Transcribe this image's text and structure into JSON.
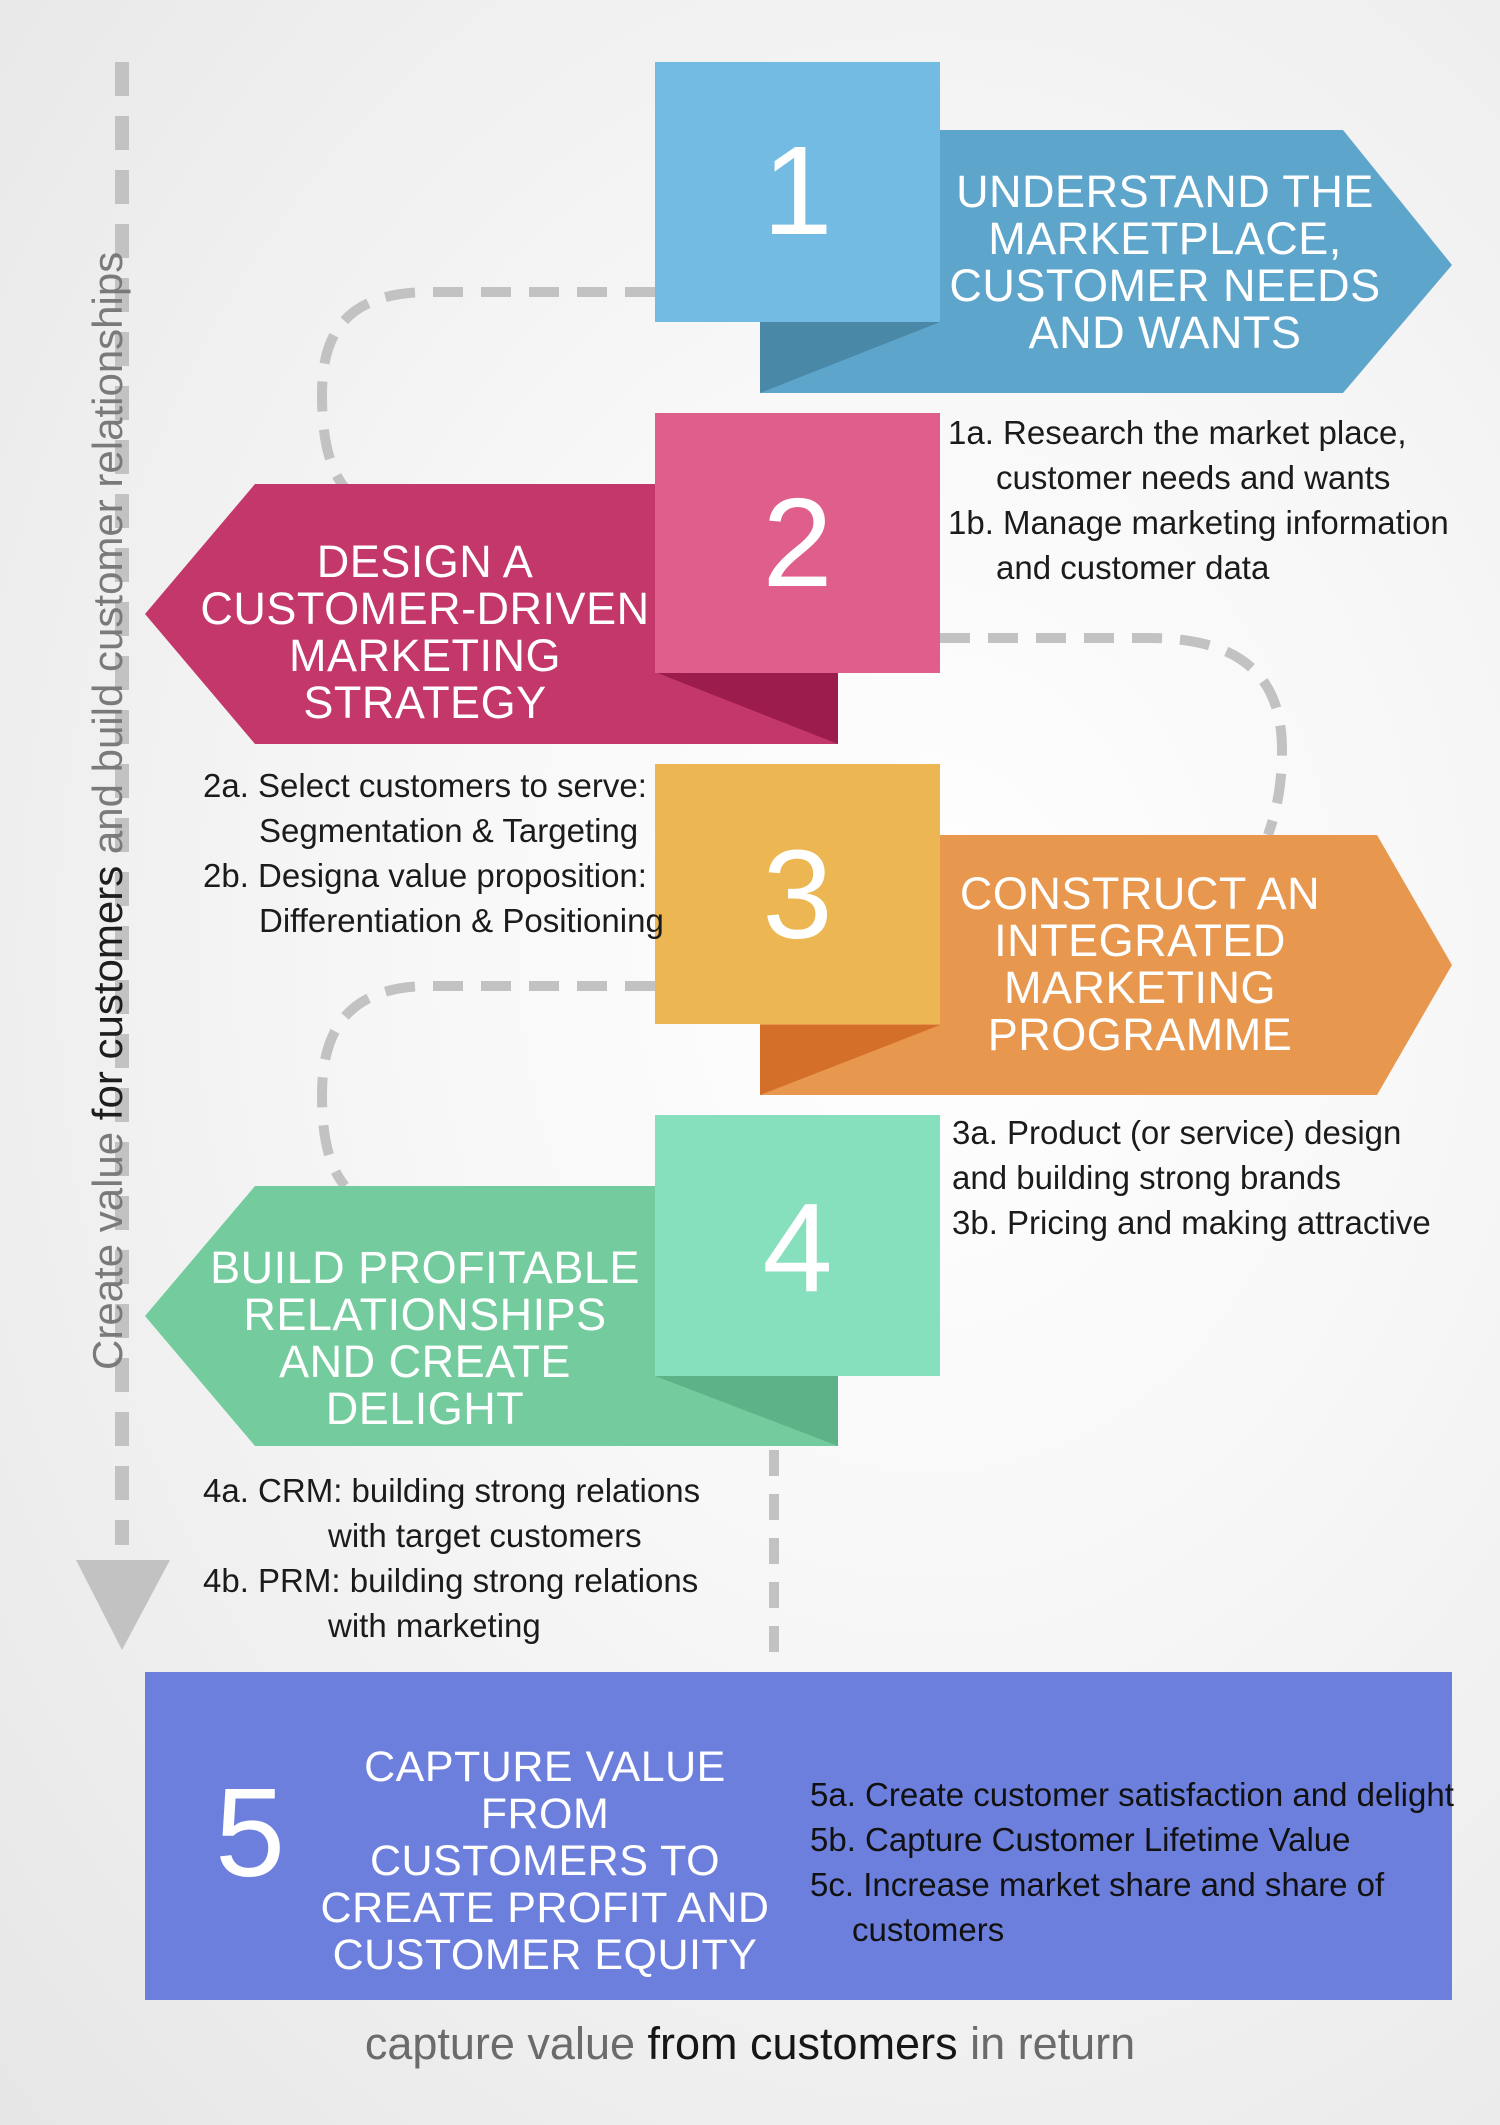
{
  "left_caption": {
    "part1": "Create value ",
    "part2": "for customers",
    "part3": " and build customer relationships"
  },
  "bottom_caption": {
    "part1": "capture value ",
    "part2": "from customers",
    "part3": " in return"
  },
  "steps": [
    {
      "number": "1",
      "color": "#74bbe3",
      "arrow_color": "#5aa1c8",
      "heading_lines": [
        "UNDERSTAND THE",
        "MARKETPLACE,",
        "CUSTOMER NEEDS",
        "AND WANTS"
      ],
      "notes": [
        {
          "label": "1a.",
          "lines": [
            "Research the market place,",
            "customer needs and wants"
          ]
        },
        {
          "label": "1b.",
          "lines": [
            "Manage marketing information",
            "and customer data"
          ]
        }
      ]
    },
    {
      "number": "2",
      "color": "#df5e8c",
      "arrow_color": "#c3386c",
      "heading_lines": [
        "DESIGN A",
        "CUSTOMER-DRIVEN",
        "MARKETING STRATEGY"
      ],
      "notes": [
        {
          "label": "2a.",
          "lines": [
            "Select customers to serve:",
            "Segmentation & Targeting"
          ]
        },
        {
          "label": "2b.",
          "lines": [
            "Designa value proposition:",
            "Differentiation & Positioning"
          ]
        }
      ]
    },
    {
      "number": "3",
      "color": "#ecb752",
      "arrow_color": "#e9974f",
      "heading_lines": [
        "CONSTRUCT AN",
        "INTEGRATED",
        "MARKETING",
        "PROGRAMME"
      ],
      "notes": [
        {
          "label": "3a.",
          "lines": [
            "Product (or service) design",
            "and building strong brands"
          ]
        },
        {
          "label": "3b.",
          "lines": [
            "Pricing and making attractive"
          ]
        }
      ]
    },
    {
      "number": "4",
      "color": "#86e0bd",
      "arrow_color": "#72cb9d",
      "heading_lines": [
        "BUILD PROFITABLE",
        "RELATIONSHIPS",
        "AND CREATE DELIGHT"
      ],
      "notes": [
        {
          "label": "4a.",
          "lines": [
            "CRM: building strong relations",
            "with target customers"
          ]
        },
        {
          "label": "4b.",
          "lines": [
            "PRM: building strong relations",
            "with marketing"
          ]
        }
      ]
    },
    {
      "number": "5",
      "color": "#6d7fdc",
      "heading_lines": [
        "CAPTURE VALUE FROM",
        "CUSTOMERS TO",
        "CREATE PROFIT AND",
        "CUSTOMER EQUITY"
      ],
      "notes": [
        {
          "label": "5a.",
          "lines": [
            "Create customer satisfaction and delight"
          ]
        },
        {
          "label": "5b.",
          "lines": [
            "Capture Customer Lifetime Value"
          ]
        },
        {
          "label": "5c.",
          "lines": [
            "Increase market share and share of",
            "customers"
          ]
        }
      ]
    }
  ]
}
